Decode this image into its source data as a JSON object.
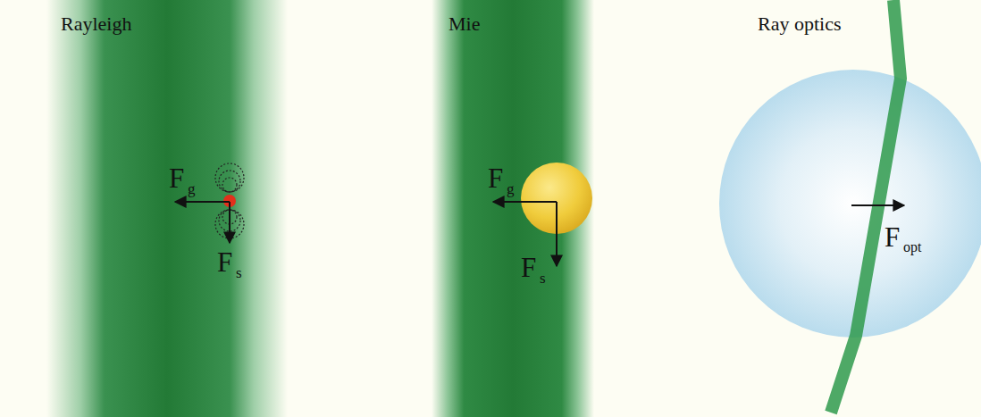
{
  "diagram": {
    "labels": [
      "Rayleigh",
      "Mie",
      "Ray optics",
      "F",
      "g",
      "F",
      "s",
      "F",
      "g",
      "F",
      "s",
      "F",
      "opt"
    ]
  }
}
